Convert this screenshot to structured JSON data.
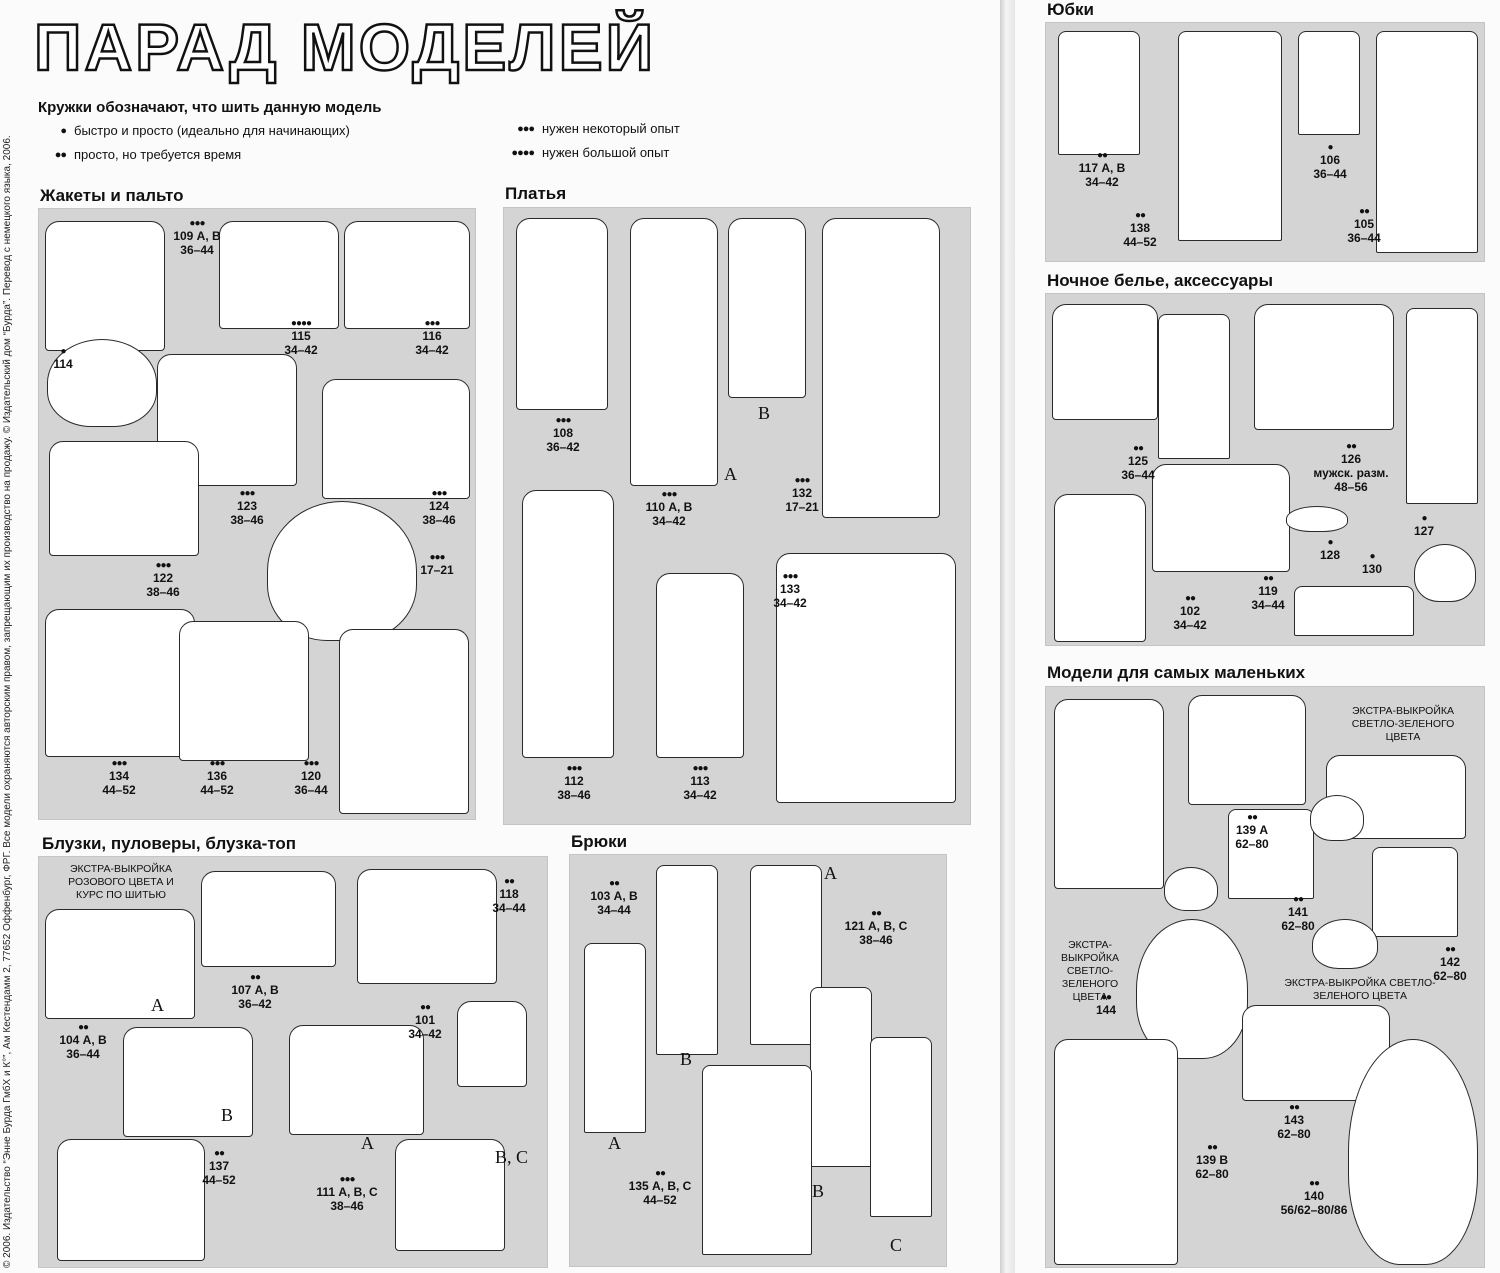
{
  "title": "ПАРАД МОДЕЛЕЙ",
  "copyright": "© 2006. Издательство “Энне Бурда ГмбХ и К°”, Ам Кестендамм 2, 77652 Оффенбург, ФРГ. Все модели охраняются авторским правом, запрещающим их производство на продажу. © Издательский дом “Бурда”. Перевод с немецкого языка, 2006.",
  "legend": {
    "title": "Кружки обозначают, что шить данную модель",
    "items": [
      {
        "dots": "●",
        "text": "быстро и просто (идеально для начинающих)"
      },
      {
        "dots": "●●",
        "text": "просто, но требуется время"
      },
      {
        "dots": "●●●",
        "text": "нужен некоторый опыт"
      },
      {
        "dots": "●●●●",
        "text": "нужен большой опыт"
      }
    ]
  },
  "sections": {
    "jackets": "Жакеты и пальто",
    "dresses": "Платья",
    "blouses": "Блузки, пуловеры, блузка-топ",
    "trousers": "Брюки",
    "skirts": "Юбки",
    "nightwear": "Ночное белье, аксессуары",
    "kids": "Модели для самых маленьких"
  },
  "models": [
    {
      "dots": "●●●",
      "num": "109 А, В",
      "size": "36–44"
    },
    {
      "dots": "●",
      "num": "114",
      "size": ""
    },
    {
      "dots": "●●●●",
      "num": "115",
      "size": "34–42"
    },
    {
      "dots": "●●●",
      "num": "116",
      "size": "34–42"
    },
    {
      "dots": "●●●",
      "num": "123",
      "size": "38–46"
    },
    {
      "dots": "●●●",
      "num": "124",
      "size": "38–46"
    },
    {
      "dots": "●●●",
      "num": "122",
      "size": "38–46"
    },
    {
      "dots": "●●●",
      "num": "",
      "size": "17–21"
    },
    {
      "dots": "●●●",
      "num": "134",
      "size": "44–52"
    },
    {
      "dots": "●●●",
      "num": "136",
      "size": "44–52"
    },
    {
      "dots": "●●●",
      "num": "120",
      "size": "36–44"
    },
    {
      "dots": "●●●",
      "num": "108",
      "size": "36–42"
    },
    {
      "dots": "●●●",
      "num": "110 А, В",
      "size": "34–42"
    },
    {
      "dots": "●●●",
      "num": "132",
      "size": "17–21"
    },
    {
      "dots": "●●●",
      "num": "112",
      "size": "38–46"
    },
    {
      "dots": "●●●",
      "num": "113",
      "size": "34–42"
    },
    {
      "dots": "●●●",
      "num": "133",
      "size": "34–42"
    },
    {
      "dots": "●●",
      "num": "118",
      "size": "34–44"
    },
    {
      "dots": "●●",
      "num": "107 А, В",
      "size": "36–42"
    },
    {
      "dots": "●●",
      "num": "104 А, В",
      "size": "36–44"
    },
    {
      "dots": "●●",
      "num": "101",
      "size": "34–42"
    },
    {
      "dots": "●●",
      "num": "137",
      "size": "44–52"
    },
    {
      "dots": "●●●",
      "num": "111 А, В, С",
      "size": "38–46"
    },
    {
      "dots": "●●",
      "num": "103 А, В",
      "size": "34–44"
    },
    {
      "dots": "●●",
      "num": "121 А, В, С",
      "size": "38–46"
    },
    {
      "dots": "●●",
      "num": "135 А, В, С",
      "size": "44–52"
    },
    {
      "dots": "●●",
      "num": "117 А, В",
      "size": "34–42"
    },
    {
      "dots": "●●",
      "num": "138",
      "size": "44–52"
    },
    {
      "dots": "●",
      "num": "106",
      "size": "36–44"
    },
    {
      "dots": "●●",
      "num": "105",
      "size": "36–44"
    },
    {
      "dots": "●●",
      "num": "125",
      "size": "36–44"
    },
    {
      "dots": "●●",
      "num": "126",
      "size": "48–56"
    },
    {
      "dots": "●●",
      "num": "102",
      "size": "34–42"
    },
    {
      "dots": "●●",
      "num": "119",
      "size": "34–44"
    },
    {
      "dots": "●",
      "num": "128",
      "size": ""
    },
    {
      "dots": "●",
      "num": "130",
      "size": ""
    },
    {
      "dots": "●",
      "num": "127",
      "size": ""
    },
    {
      "dots": "●●",
      "num": "139 А",
      "size": "62–80"
    },
    {
      "dots": "●●",
      "num": "141",
      "size": "62–80"
    },
    {
      "dots": "●●",
      "num": "142",
      "size": "62–80"
    },
    {
      "dots": "●●",
      "num": "144",
      "size": ""
    },
    {
      "dots": "●●",
      "num": "143",
      "size": "62–80"
    },
    {
      "dots": "●●",
      "num": "139 В",
      "size": "62–80"
    },
    {
      "dots": "●●",
      "num": "140",
      "size": "56/62–80/86"
    }
  ],
  "mens_size_note": "мужск. разм.",
  "extras": {
    "blouse": "ЭКСТРА-ВЫКРОЙКА РОЗОВОГО ЦВЕТА И КУРС ПО ШИТЬЮ",
    "kids_top": "ЭКСТРА-ВЫКРОЙКА СВЕТЛО-ЗЕЛЕНОГО ЦВЕТА",
    "kids_mid": "ЭКСТРА-ВЫКРОЙКА СВЕТЛО-ЗЕЛЕНОГО ЦВЕТА",
    "kids_left": "ЭКСТРА-ВЫКРОЙКА СВЕТЛО-ЗЕЛЕНОГО ЦВЕТА"
  },
  "variants": {
    "a": "A",
    "b": "B",
    "bc": "B, C",
    "c": "C"
  }
}
